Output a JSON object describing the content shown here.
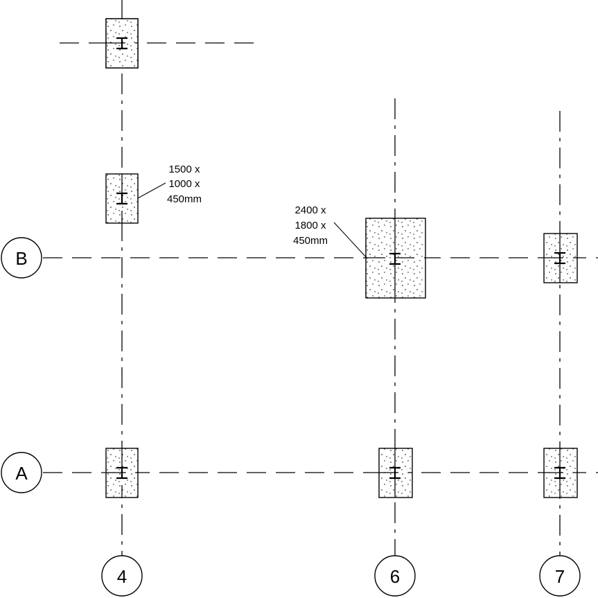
{
  "grid_labels": {
    "row_b": "B",
    "row_a": "A",
    "col_4": "4",
    "col_6": "6",
    "col_7": "7"
  },
  "annotations": {
    "small_footing": [
      "1500 x",
      "1000 x",
      "450mm"
    ],
    "large_footing": [
      "2400 x",
      "1800 x",
      "450mm"
    ]
  }
}
